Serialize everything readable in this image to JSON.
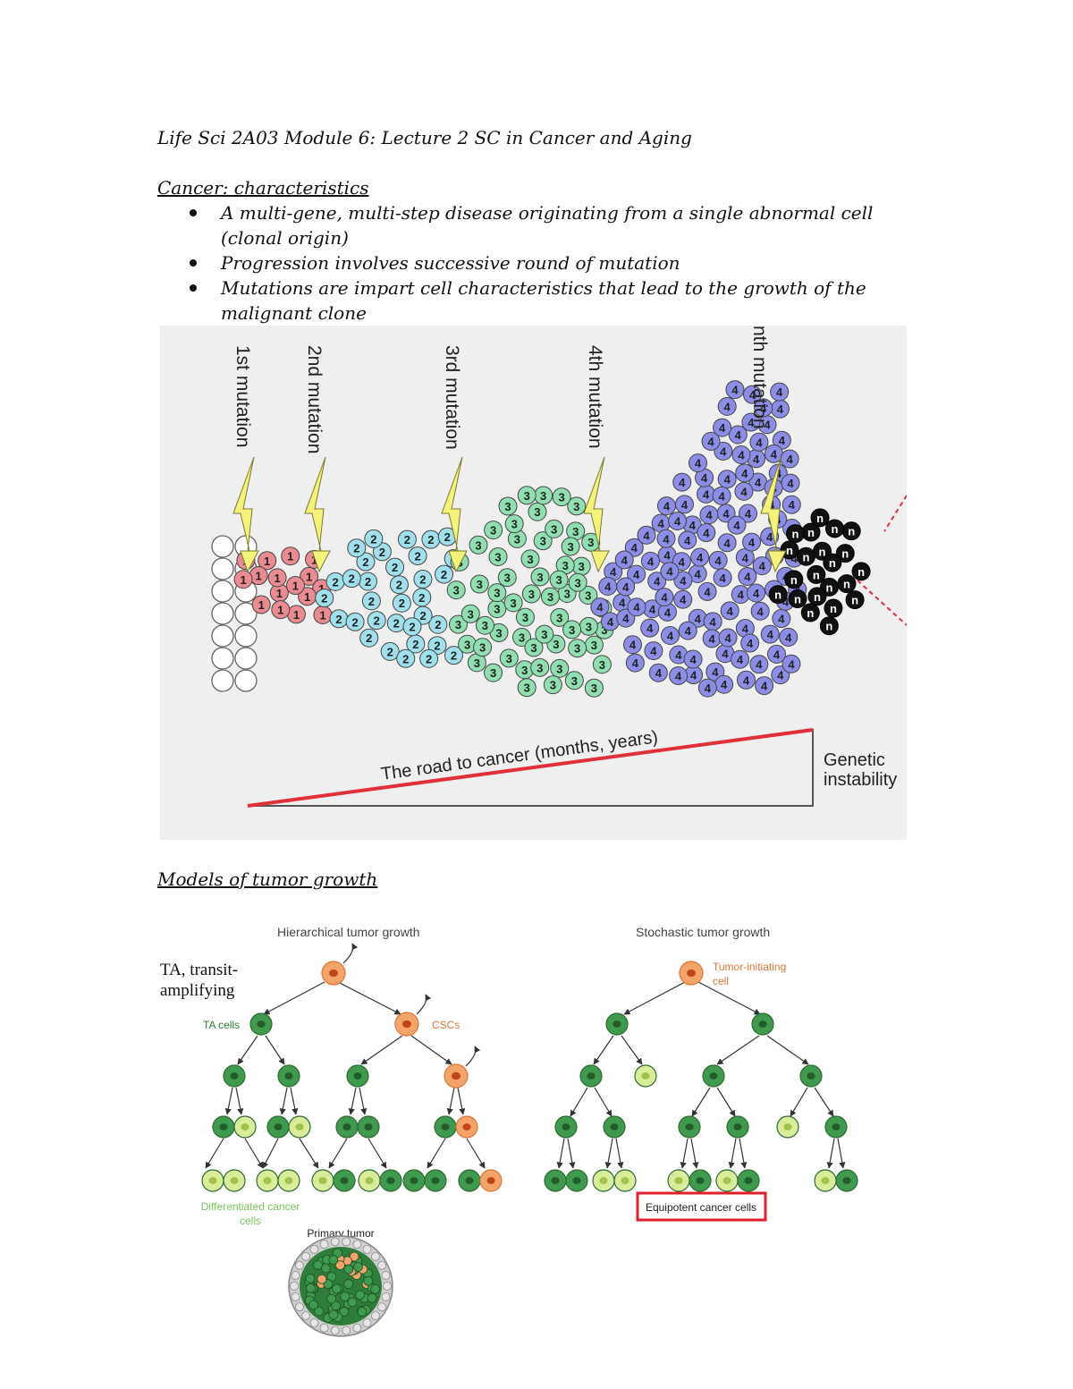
{
  "document": {
    "title": "Life Sci 2A03 Module 6: Lecture 2 SC in Cancer and Aging",
    "section1_heading": "Cancer: characteristics",
    "bullets": [
      "A multi-gene, multi-step disease originating from a single abnormal cell (clonal origin)",
      "Progression involves successive round of mutation",
      "Mutations are impart cell characteristics that lead to the growth of the malignant clone"
    ],
    "section2_heading": "Models of tumor growth"
  },
  "figure1": {
    "mutation_labels": [
      "1st mutation",
      "2nd mutation",
      "3rd mutation",
      "4th mutation",
      "nth mutation"
    ],
    "clone_numbers": [
      "1",
      "2",
      "3",
      "4",
      "n"
    ],
    "road_label": "The road to cancer (months, years)",
    "instability_label_line1": "Genetic",
    "instability_label_line2": "instability",
    "colors": {
      "clone1": "#e98b90",
      "clone2": "#9fe0ec",
      "clone3": "#90dfb0",
      "clone4": "#8c8de6",
      "clonen": "#111111",
      "arrow": "#f4f27a",
      "road": "#e0303a"
    }
  },
  "figure2": {
    "hierarchical_title": "Hierarchical tumor growth",
    "stochastic_title": "Stochastic tumor growth",
    "ta_note_line1": "TA, transit-",
    "ta_note_line2": "amplifying",
    "ta_cells_label": "TA cells",
    "cscs_label": "CSCs",
    "tumor_initiating_line1": "Tumor-initiating",
    "tumor_initiating_line2": "cell",
    "differentiated_line1": "Differentiated cancer",
    "differentiated_line2": "cells",
    "equipotent_label": "Equipotent cancer cells",
    "primary_tumor_label": "Primary tumor",
    "colors": {
      "dark_green": "#3f9a4e",
      "light_green": "#d8ec9a",
      "orange": "#f2a46a",
      "box_red": "#e0202a"
    }
  }
}
